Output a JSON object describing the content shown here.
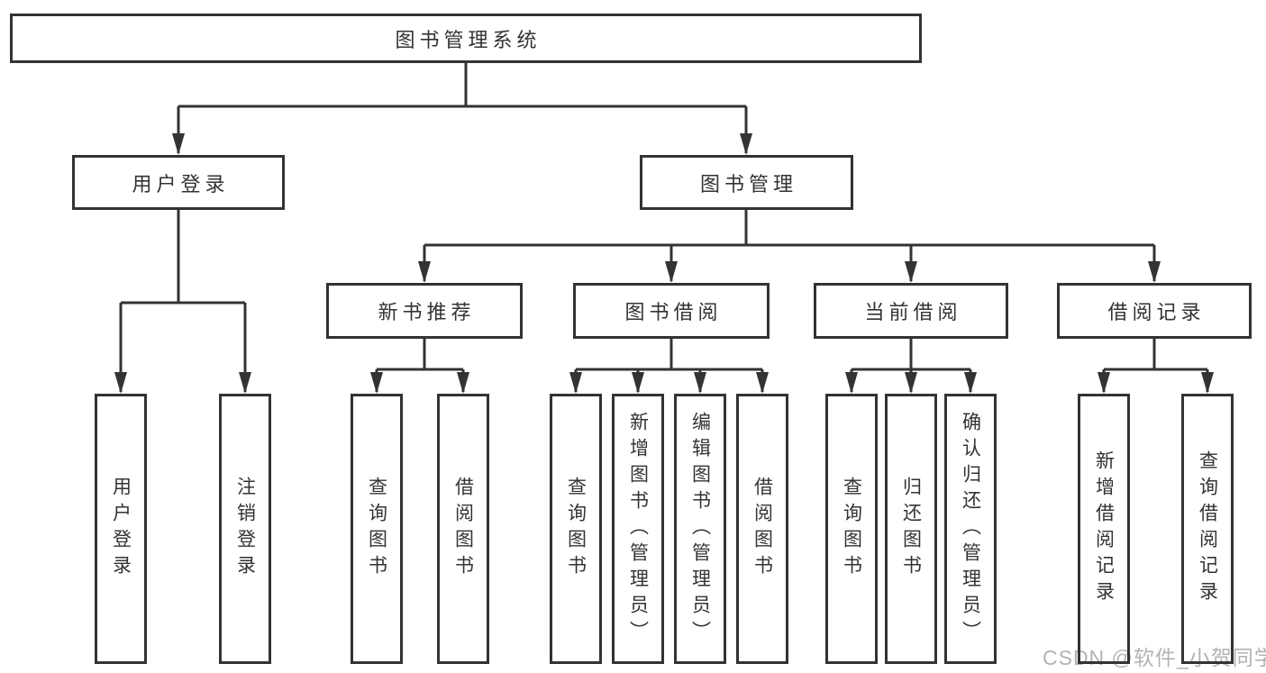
{
  "palette": {
    "line_color": "#333333",
    "box_border": "#333333",
    "box_fill": "#ffffff",
    "text_color": "#333333",
    "watermark_color": "#b3b3b3",
    "page_bg": "#ffffff"
  },
  "diagram": {
    "title": "图书管理系统",
    "root": {
      "label": "图书管理系统"
    },
    "level2": [
      {
        "label": "用户登录"
      },
      {
        "label": "图书管理"
      }
    ],
    "level3": [
      {
        "label": "新书推荐",
        "parent": "图书管理"
      },
      {
        "label": "图书借阅",
        "parent": "图书管理"
      },
      {
        "label": "当前借阅",
        "parent": "图书管理"
      },
      {
        "label": "借阅记录",
        "parent": "图书管理"
      }
    ],
    "leaves": [
      {
        "label": "用户登录",
        "parent": "用户登录"
      },
      {
        "label": "注销登录",
        "parent": "用户登录"
      },
      {
        "label": "查询图书",
        "parent": "新书推荐"
      },
      {
        "label": "借阅图书",
        "parent": "新书推荐"
      },
      {
        "label": "查询图书",
        "parent": "图书借阅"
      },
      {
        "label": "新增图书（管理员）",
        "parent": "图书借阅"
      },
      {
        "label": "编辑图书（管理员）",
        "parent": "图书借阅"
      },
      {
        "label": "借阅图书",
        "parent": "图书借阅"
      },
      {
        "label": "查询图书",
        "parent": "当前借阅"
      },
      {
        "label": "归还图书",
        "parent": "当前借阅"
      },
      {
        "label": "确认归还（管理员）",
        "parent": "当前借阅"
      },
      {
        "label": "新增借阅记录",
        "parent": "借阅记录"
      },
      {
        "label": "查询借阅记录",
        "parent": "借阅记录"
      }
    ]
  },
  "watermark": {
    "text": "CSDN @软件_小贺同学"
  }
}
